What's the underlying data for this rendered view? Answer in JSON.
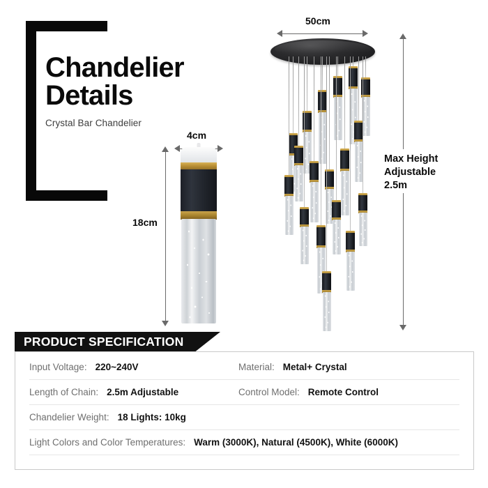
{
  "header": {
    "title_line1": "Chandelier",
    "title_line2": "Details",
    "subtitle": "Crystal Bar Chandelier"
  },
  "dimensions": {
    "pendant_width": "4cm",
    "pendant_height": "18cm",
    "canopy_diameter": "50cm",
    "max_height_line1": "Max Height",
    "max_height_line2": "Adjustable",
    "max_height_line3": "2.5m"
  },
  "spec_banner": {
    "title": "PRODUCT SPECIFICATION"
  },
  "specs": {
    "rows": [
      {
        "left_label": "Input Voltage:",
        "left_value": "220~240V",
        "right_label": "Material:",
        "right_value": "Metal+ Crystal"
      },
      {
        "left_label": "Length of Chain:",
        "left_value": "2.5m Adjustable",
        "right_label": "Control Model:",
        "right_value": "Remote Control"
      },
      {
        "left_label": "Chandelier Weight:",
        "left_value": "18 Lights: 10kg",
        "right_label": "",
        "right_value": ""
      }
    ],
    "full_row": {
      "label": "Light Colors and Color Temperatures:",
      "value": "Warm (3000K), Natural (4500K), White (6000K)"
    }
  },
  "product": {
    "lamp_count": 18,
    "canopy_color": "#1d1d1f",
    "gold_color": "#b98f34",
    "black_body_color": "#1d2027",
    "crystal_color": "#d6dade"
  }
}
